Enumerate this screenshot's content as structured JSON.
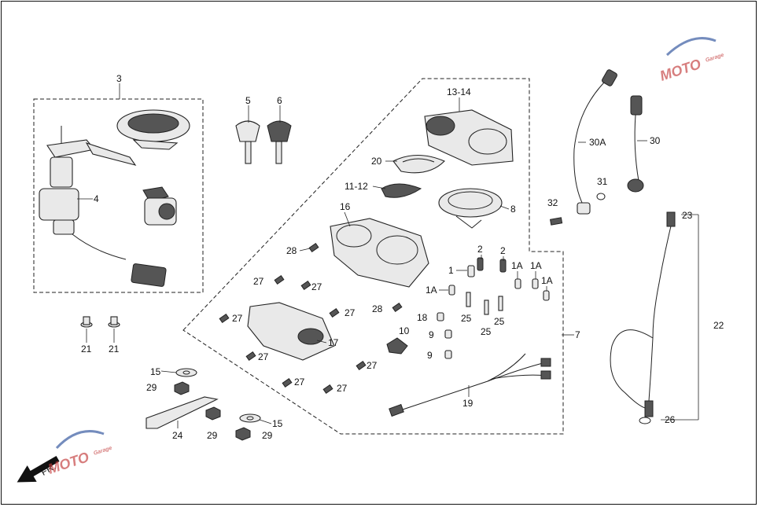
{
  "watermark": {
    "brand": "MOTO",
    "sub": "Garage",
    "color": "#c23a3a"
  },
  "direction": {
    "label": "FR.",
    "icon": "front-arrow-icon"
  },
  "callouts": {
    "c3": "3",
    "c4": "4",
    "c5": "5",
    "c6": "6",
    "c7": "7",
    "c8": "8",
    "c9a": "9",
    "c9b": "9",
    "c10": "10",
    "c11_12": "11-12",
    "c13_14": "13-14",
    "c15a": "15",
    "c15b": "15",
    "c16": "16",
    "c17": "17",
    "c18": "18",
    "c19": "19",
    "c20": "20",
    "c21a": "21",
    "c21b": "21",
    "c22": "22",
    "c23": "23",
    "c24": "24",
    "c25a": "25",
    "c25b": "25",
    "c25c": "25",
    "c26": "26",
    "c27a": "27",
    "c27b": "27",
    "c27c": "27",
    "c27d": "27",
    "c27e": "27",
    "c27f": "27",
    "c27g": "27",
    "c27h": "27",
    "c28a": "28",
    "c28b": "28",
    "c29a": "29",
    "c29b": "29",
    "c29c": "29",
    "c30": "30",
    "c30a": "30A",
    "c31": "31",
    "c32": "32",
    "c1": "1",
    "c1aa": "1A",
    "c1ab": "1A",
    "c1ac": "1A",
    "c1ad": "1A",
    "c2a": "2",
    "c2b": "2"
  }
}
